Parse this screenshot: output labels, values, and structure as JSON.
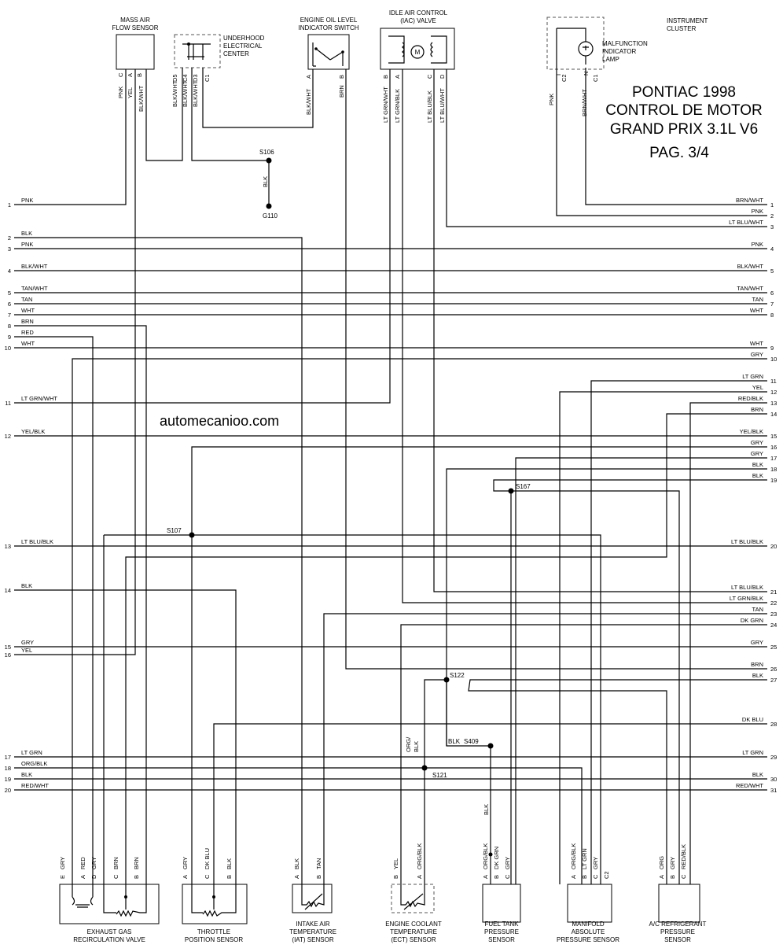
{
  "title": {
    "line1": "PONTIAC 1998",
    "line2": "CONTROL DE MOTOR",
    "line3": "GRAND PRIX 3.1L V6",
    "line4": "PAG. 3/4"
  },
  "watermark": "automecanioo.com",
  "components": {
    "maf": {
      "l1": "MASS AIR",
      "l2": "FLOW SENSOR"
    },
    "uec": {
      "l1": "UNDERHOOD",
      "l2": "ELECTRICAL",
      "l3": "CENTER"
    },
    "oil": {
      "l1": "ENGINE OIL LEVEL",
      "l2": "INDICATOR SWITCH"
    },
    "iac": {
      "l1": "IDLE AIR CONTROL",
      "l2": "(IAC) VALVE",
      "motor": "M"
    },
    "ic": {
      "l1": "INSTRUMENT",
      "l2": "CLUSTER"
    },
    "mil": {
      "l1": "MALFUNCTION",
      "l2": "INDICATOR",
      "l3": "LAMP"
    },
    "egr": {
      "l1": "EXHAUST GAS",
      "l2": "RECIRCULATION VALVE"
    },
    "tps": {
      "l1": "THROTTLE",
      "l2": "POSITION SENSOR"
    },
    "iat": {
      "l1": "INTAKE AIR",
      "l2": "TEMPERATURE",
      "l3": "(IAT) SENSOR"
    },
    "ect": {
      "l1": "ENGINE COOLANT",
      "l2": "TEMPERATURE",
      "l3": "(ECT) SENSOR"
    },
    "ftp": {
      "l1": "FUEL TANK",
      "l2": "PRESSURE",
      "l3": "SENSOR"
    },
    "map": {
      "l1": "MANIFOLD",
      "l2": "ABSOLUTE",
      "l3": "PRESSURE SENSOR"
    },
    "acp": {
      "l1": "A/C REFRIGERANT",
      "l2": "PRESSURE",
      "l3": "SENSOR"
    }
  },
  "splices": {
    "s106": "S106",
    "g110": "G110",
    "s107": "S107",
    "s167": "S167",
    "s122": "S122",
    "s409": "S409",
    "s121": "S121"
  },
  "left_connector": [
    {
      "pin": "1",
      "wire": "PNK"
    },
    {
      "pin": "2",
      "wire": "BLK"
    },
    {
      "pin": "3",
      "wire": "PNK"
    },
    {
      "pin": "4",
      "wire": "BLK/WHT"
    },
    {
      "pin": "5",
      "wire": "TAN/WHT"
    },
    {
      "pin": "6",
      "wire": "TAN"
    },
    {
      "pin": "7",
      "wire": "WHT"
    },
    {
      "pin": "8",
      "wire": "BRN"
    },
    {
      "pin": "9",
      "wire": "RED"
    },
    {
      "pin": "10",
      "wire": "WHT"
    },
    {
      "pin": "11",
      "wire": "LT GRN/WHT"
    },
    {
      "pin": "12",
      "wire": "YEL/BLK"
    },
    {
      "pin": "13",
      "wire": "LT BLU/BLK"
    },
    {
      "pin": "14",
      "wire": "BLK"
    },
    {
      "pin": "15",
      "wire": "GRY"
    },
    {
      "pin": "16",
      "wire": "YEL"
    },
    {
      "pin": "17",
      "wire": "LT GRN"
    },
    {
      "pin": "18",
      "wire": "ORG/BLK"
    },
    {
      "pin": "19",
      "wire": "BLK"
    },
    {
      "pin": "20",
      "wire": "RED/WHT"
    }
  ],
  "right_connector": [
    {
      "pin": "1",
      "wire": "BRN/WHT"
    },
    {
      "pin": "2",
      "wire": "PNK"
    },
    {
      "pin": "3",
      "wire": "LT BLU/WHT"
    },
    {
      "pin": "4",
      "wire": "PNK"
    },
    {
      "pin": "5",
      "wire": "BLK/WHT"
    },
    {
      "pin": "6",
      "wire": "TAN/WHT"
    },
    {
      "pin": "7",
      "wire": "TAN"
    },
    {
      "pin": "8",
      "wire": "WHT"
    },
    {
      "pin": "9",
      "wire": "WHT"
    },
    {
      "pin": "10",
      "wire": "GRY"
    },
    {
      "pin": "11",
      "wire": "LT GRN"
    },
    {
      "pin": "12",
      "wire": "YEL"
    },
    {
      "pin": "13",
      "wire": "RED/BLK"
    },
    {
      "pin": "14",
      "wire": "BRN"
    },
    {
      "pin": "15",
      "wire": "YEL/BLK"
    },
    {
      "pin": "16",
      "wire": "GRY"
    },
    {
      "pin": "17",
      "wire": "GRY"
    },
    {
      "pin": "18",
      "wire": "BLK"
    },
    {
      "pin": "19",
      "wire": "BLK"
    },
    {
      "pin": "20",
      "wire": "LT BLU/BLK"
    },
    {
      "pin": "21",
      "wire": "LT BLU/BLK"
    },
    {
      "pin": "22",
      "wire": "LT GRN/BLK"
    },
    {
      "pin": "23",
      "wire": "TAN"
    },
    {
      "pin": "24",
      "wire": "DK GRN"
    },
    {
      "pin": "25",
      "wire": "GRY"
    },
    {
      "pin": "26",
      "wire": "BRN"
    },
    {
      "pin": "27",
      "wire": "BLK"
    },
    {
      "pin": "28",
      "wire": "DK BLU"
    },
    {
      "pin": "29",
      "wire": "LT GRN"
    },
    {
      "pin": "30",
      "wire": "BLK"
    },
    {
      "pin": "31",
      "wire": "RED/WHT"
    }
  ],
  "top_pins": {
    "maf": [
      {
        "pin": "C",
        "wire": "PNK"
      },
      {
        "pin": "A",
        "wire": "YEL"
      },
      {
        "pin": "B",
        "wire": "BLK/WHT"
      }
    ],
    "uec": [
      {
        "pin": "D5",
        "wire": "BLK/WHT"
      },
      {
        "pin": "C4",
        "wire": "BLK/WHT"
      },
      {
        "pin": "D3",
        "wire": "BLK/WHT"
      },
      {
        "pin": "C1",
        "wire": ""
      }
    ],
    "oil": [
      {
        "pin": "A",
        "wire": "BLK/WHT"
      },
      {
        "pin": "B",
        "wire": "BRN"
      }
    ],
    "iac": [
      {
        "pin": "B",
        "wire": "LT GRN/WHT"
      },
      {
        "pin": "A",
        "wire": "LT GRN/BLK"
      },
      {
        "pin": "C",
        "wire": "LT BLU/BLK"
      },
      {
        "pin": "D",
        "wire": "LT BLU/WHT"
      }
    ],
    "ic": [
      {
        "pin": "C2",
        "wire": "PNK"
      },
      {
        "pin": "C1",
        "wire": "BRN/WHT"
      }
    ],
    "ic_sub": {
      "c2": "I",
      "c1": "N"
    },
    "s106_wire": "BLK"
  },
  "bottom_pins": {
    "egr": [
      {
        "pin": "E",
        "wire": "GRY"
      },
      {
        "pin": "A",
        "wire": "RED"
      },
      {
        "pin": "D",
        "wire": "GRY"
      },
      {
        "pin": "C",
        "wire": "BRN"
      },
      {
        "pin": "B",
        "wire": "BRN"
      }
    ],
    "tps": [
      {
        "pin": "A",
        "wire": "GRY"
      },
      {
        "pin": "C",
        "wire": "DK BLU"
      },
      {
        "pin": "B",
        "wire": "BLK"
      }
    ],
    "iat": [
      {
        "pin": "A",
        "wire": "BLK"
      },
      {
        "pin": "B",
        "wire": "TAN"
      }
    ],
    "ect": [
      {
        "pin": "B",
        "wire": "YEL"
      },
      {
        "pin": "A",
        "wire": "ORG/BLK"
      }
    ],
    "ftp": [
      {
        "pin": "A",
        "wire": "ORG/BLK"
      },
      {
        "pin": "B",
        "wire": "DK GRN"
      },
      {
        "pin": "C",
        "wire": "GRY"
      }
    ],
    "map": [
      {
        "pin": "A",
        "wire": "ORG/BLK"
      },
      {
        "pin": "B",
        "wire": "LT GRN"
      },
      {
        "pin": "C",
        "wire": "GRY"
      },
      {
        "pin": "C2",
        "wire": ""
      }
    ],
    "acp": [
      {
        "pin": "A",
        "wire": "ORG"
      },
      {
        "pin": "B",
        "wire": "GRY"
      },
      {
        "pin": "C",
        "wire": "RED/BLK"
      }
    ]
  },
  "mid_labels": {
    "s409_wire": "BLK",
    "ect_feed_l1": "ORG/",
    "ect_feed_l2": "BLK",
    "ftp_gnd": "BLK"
  }
}
